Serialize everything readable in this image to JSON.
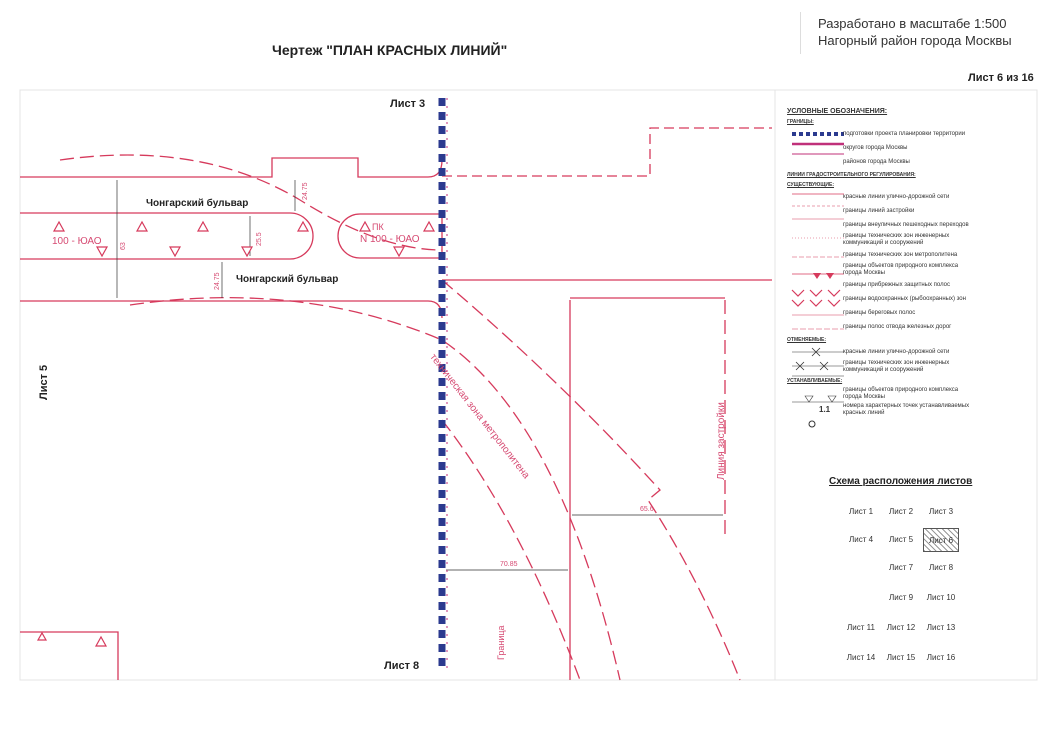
{
  "header": {
    "title": "Чертеж \"ПЛАН КРАСНЫХ ЛИНИЙ\"",
    "scale_line": "Разработано в масштабе 1:500",
    "district_line": "Нагорный район города Москвы",
    "sheet_number": "Лист 6 из 16"
  },
  "sheet_links": {
    "top": "Лист 3",
    "bottom": "Лист 8",
    "left": "Лист 5"
  },
  "map_labels": {
    "street_upper": "Чонгарский бульвар",
    "street_lower": "Чонгарский бульвар",
    "zone_left": "100 - ЮАО",
    "zone_right_code": "ПК",
    "zone_right": "N 100 - ЮАО",
    "metro_zone": "техническая зона метрополитена",
    "build_line": "Линия застройки",
    "dim_1": "24.75",
    "dim_2": "63",
    "dim_3": "25.5",
    "dim_4": "24.75",
    "dim_5": "65.6",
    "dim_6": "70.85",
    "bottom_vertical": "Граница"
  },
  "legend": {
    "heading": "УСЛОВНЫЕ ОБОЗНАЧЕНИЯ:",
    "group_borders": "ГРАНИЦЫ:",
    "borders": [
      "подготовки проекта планировки территории",
      "округов города Москвы",
      "районов города Москвы"
    ],
    "group_lines": "ЛИНИИ ГРАДОСТРОИТЕЛЬНОГО РЕГУЛИРОВАНИЯ:",
    "group_existing": "СУЩЕСТВУЮЩИЕ:",
    "existing": [
      "красные линии улично-дорожной сети",
      "границы линий застройки",
      "границы внеуличных пешеходных переходов",
      "границы технических зон инженерных коммуникаций и сооружений",
      "границы технических зон метрополитена",
      "границы объектов природного комплекса города Москвы",
      "границы прибрежных защитных полос",
      "границы водоохранных (рыбоохранных) зон",
      "границы береговых полос",
      "границы полос отвода железных дорог"
    ],
    "group_cancelled": "ОТМЕНЯЕМЫЕ:",
    "cancelled": [
      "красные линии улично-дорожной сети",
      "границы технических зон инженерных коммуникаций и сооружений"
    ],
    "group_new": "УСТАНАВЛИВАЕМЫЕ:",
    "new_items": [
      "границы объектов природного комплекса города Москвы",
      "номера характерных точек устанавливаемых красных линий"
    ],
    "point_label": "1.1"
  },
  "scheme": {
    "title": "Схема расположения листов",
    "sheets": [
      "Лист 1",
      "Лист 2",
      "Лист 3",
      "Лист 4",
      "Лист 5",
      "Лист 6",
      "Лист 7",
      "Лист 8",
      "Лист 9",
      "Лист 10",
      "Лист 11",
      "Лист 12",
      "Лист 13",
      "Лист 14",
      "Лист 15",
      "Лист 16"
    ],
    "active_sheet": "Лист 6"
  },
  "colors": {
    "red_line": "#d63a5c",
    "blue_border": "#2b3a8f",
    "magenta": "#c0307a"
  }
}
